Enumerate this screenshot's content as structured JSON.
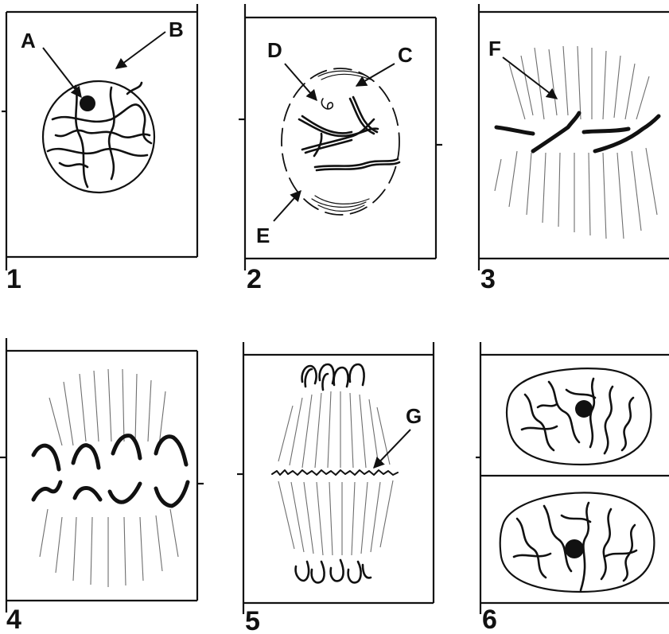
{
  "panels": [
    {
      "id": "p1",
      "label": "1"
    },
    {
      "id": "p2",
      "label": "2"
    },
    {
      "id": "p3",
      "label": "3"
    },
    {
      "id": "p4",
      "label": "4"
    },
    {
      "id": "p5",
      "label": "5"
    },
    {
      "id": "p6",
      "label": "6"
    }
  ],
  "callouts": {
    "A": "A",
    "B": "B",
    "C": "C",
    "D": "D",
    "E": "E",
    "F": "F",
    "G": "G"
  },
  "colors": {
    "ink": "#111111",
    "fiber": "#555555",
    "background": "#ffffff"
  }
}
